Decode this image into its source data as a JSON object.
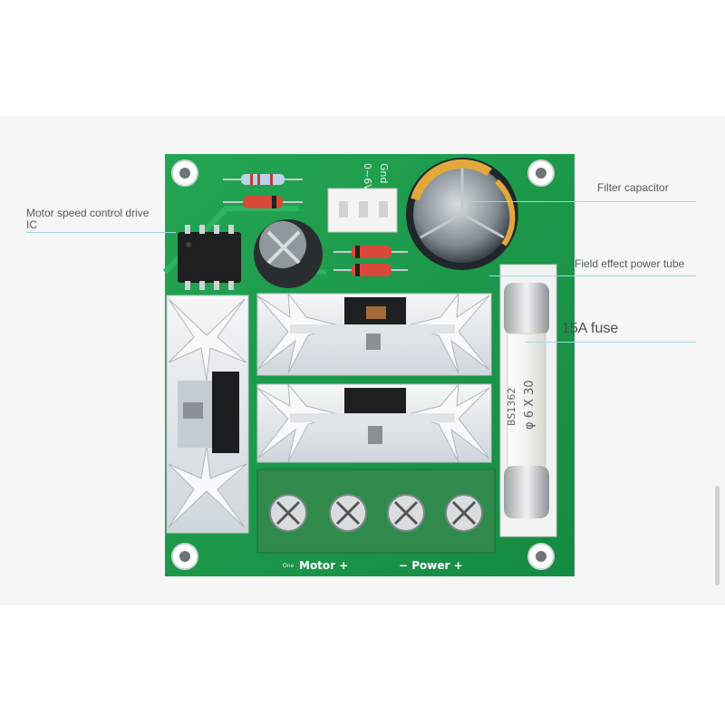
{
  "annotations": {
    "ic_label": "Motor speed control drive IC",
    "capacitor_label": "Filter capacitor",
    "fet_label": "Field effect power tube",
    "fuse_label": "15A fuse"
  },
  "board": {
    "header_label_1": "0~6V",
    "header_label_2": "Gnd",
    "fuse_print_1": "BS1362",
    "fuse_print_2": "φ 6 X 30",
    "terminal_small": "One",
    "terminal_motor": "Motor +",
    "terminal_power": "−  Power +"
  },
  "colors": {
    "pcb": "#1f9e4e",
    "heatsink": "#e8ecef",
    "terminal": "#2f8a4c",
    "leader": "#9fd6e6"
  }
}
